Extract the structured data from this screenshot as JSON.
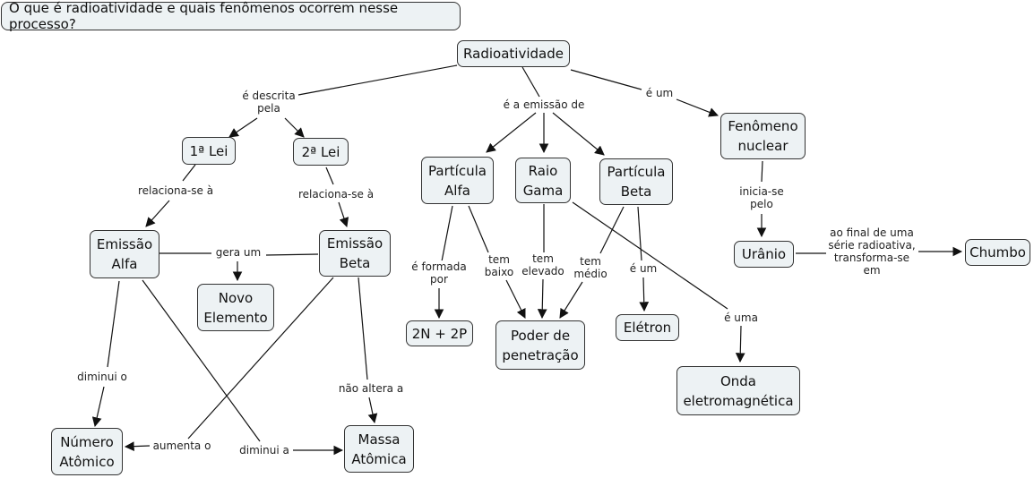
{
  "title": "O que é radioatividade e quais fenômenos ocorrem nesse processo?",
  "concepts": {
    "radioatividade": "Radioatividade",
    "lei1": "1ª Lei",
    "lei2": "2ª Lei",
    "emissao_alfa": "Emissão\nAlfa",
    "emissao_beta": "Emissão\nBeta",
    "novo_elemento": "Novo\nElemento",
    "numero_atomico": "Número\nAtômico",
    "massa_atomica": "Massa\nAtômica",
    "particula_alfa": "Partícula\nAlfa",
    "raio_gama": "Raio\nGama",
    "particula_beta": "Partícula\nBeta",
    "dois_n_dois_p": "2N + 2P",
    "poder_penetracao": "Poder de\npenetração",
    "eletron": "Elétron",
    "onda": "Onda\neletromagnética",
    "fenomeno": "Fenômeno\nnuclear",
    "uranio": "Urânio",
    "chumbo": "Chumbo"
  },
  "linking_phrases": {
    "descrita": "é descrita\npela",
    "emissao_de": "é a emissão de",
    "e_um_1": "é um",
    "relaciona_1": "relaciona-se à",
    "relaciona_2": "relaciona-se à",
    "gera_um": "gera um",
    "diminui_o": "diminui o",
    "aumenta_o": "aumenta o",
    "diminui_a": "diminui a",
    "nao_altera": "não altera a",
    "formada_por": "é formada\npor",
    "tem_baixo": "tem\nbaixo",
    "tem_elevado": "tem\nelevado",
    "tem_medio": "tem\nmédio",
    "e_um_2": "é um",
    "e_uma": "é uma",
    "inicia": "inicia-se\npelo",
    "transforma": "ao final de uma\nsérie radioativa,\ntransforma-se\nem"
  },
  "colors": {
    "node_fill": "#edf2f4",
    "border": "#333333",
    "line": "#111111"
  }
}
